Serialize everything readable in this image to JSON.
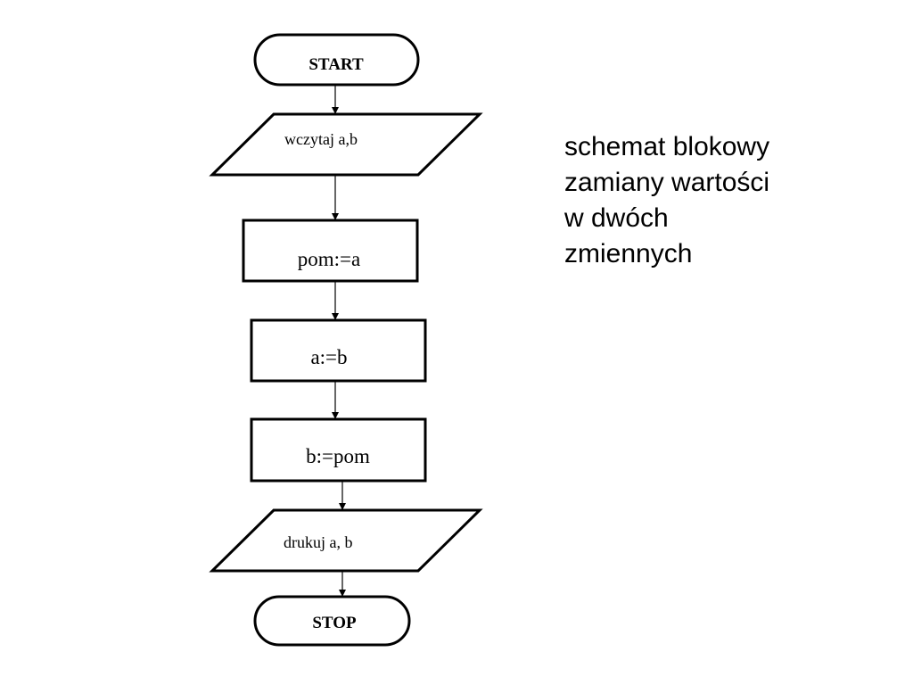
{
  "diagram": {
    "nodes": {
      "start": "START",
      "read_input": "wczytaj a,b",
      "assign_pom": "pom:=a",
      "assign_a": "a:=b",
      "assign_b": "b:=pom",
      "print_output": "drukuj a, b",
      "stop": "STOP"
    }
  },
  "caption": {
    "lines": [
      "schemat blokowy",
      "zamiany wartości",
      "w dwóch",
      "zmiennych"
    ]
  }
}
